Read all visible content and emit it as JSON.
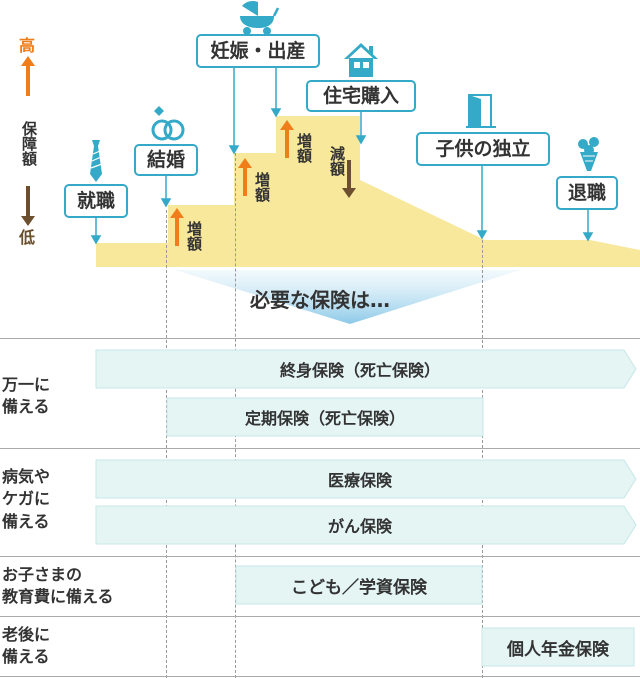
{
  "axis": {
    "high": "高",
    "title": "保障額",
    "low": "低",
    "high_color": "#ef7d1a",
    "low_color": "#6b4f2e"
  },
  "stages": {
    "employment": "就職",
    "marriage": "結婚",
    "birth": "妊娠・出産",
    "house": "住宅購入",
    "independence": "子供の独立",
    "retirement": "退職"
  },
  "changes": {
    "increase_1": "増額",
    "increase_2": "増額",
    "increase_3": "増額",
    "decrease": "減額"
  },
  "needed_caption": "必要な保険は…",
  "categories": [
    {
      "line1": "万一に",
      "line2": "備える"
    },
    {
      "line1": "病気や",
      "line2": "ケガに",
      "line3": "備える"
    },
    {
      "line1": "お子さまの",
      "line2": "教育費に備える"
    },
    {
      "line1": "老後に",
      "line2": "備える"
    }
  ],
  "insurance": {
    "whole_life": "終身保険（死亡保険）",
    "term": "定期保険（死亡保険）",
    "medical": "医療保険",
    "cancer": "がん保険",
    "education": "こども／学資保険",
    "pension": "個人年金保険"
  },
  "colors": {
    "accent": "#35a9c8",
    "area": "#f8e89b",
    "bar": "#e4f5f4",
    "bar_border": "#c7e6e6",
    "increase_arrow": "#ef7d1a",
    "decrease_arrow": "#6b4f2e"
  },
  "icons": {
    "employment": "necktie-icon",
    "marriage": "rings-icon",
    "birth": "baby-carriage-icon",
    "house": "house-icon",
    "independence": "door-icon",
    "retirement": "bouquet-icon"
  }
}
